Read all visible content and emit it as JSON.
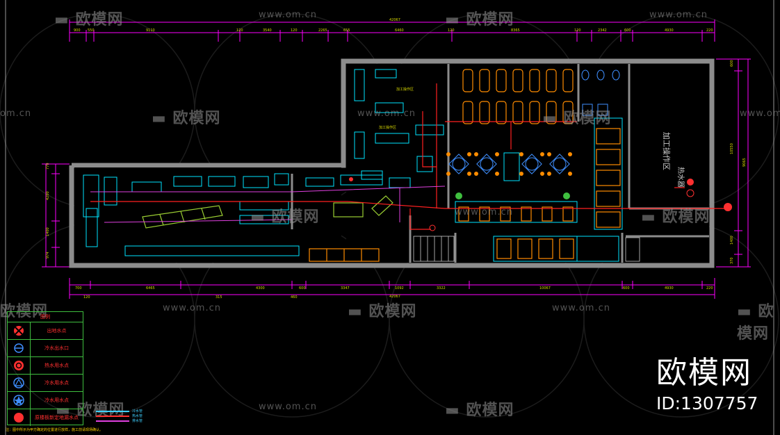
{
  "watermarks": {
    "logo_text": "欧模网",
    "url_text": "www.om.cn",
    "url_partial": "om.cn",
    "logo_partial": "欧模网"
  },
  "brand": {
    "name": "欧模网",
    "id": "ID:1307757"
  },
  "dimensions": {
    "top_total": "42067",
    "bottom_total": "42067",
    "right_total": "9065",
    "right_inner": "10550"
  },
  "room_label": "加工操作区",
  "equipment_label": "热水器",
  "small_labels": [
    "加工操作区",
    "加工操作区"
  ],
  "legend": {
    "title": "图例",
    "items": [
      {
        "icon": "drain-x-icon",
        "label": "出地水点"
      },
      {
        "icon": "cold-water-outlet-icon",
        "label": "冷水出水口"
      },
      {
        "icon": "hot-water-point-icon",
        "label": "热水用水点"
      },
      {
        "icon": "cold-water-triangle-icon",
        "label": "冷水用水点"
      },
      {
        "icon": "cold-water-star-icon",
        "label": "冷水用水点"
      },
      {
        "icon": "new-floor-drain-icon",
        "label": "原楼板新定地漏水点"
      }
    ]
  },
  "line_legend": [
    {
      "color": "#3fd0ff",
      "label": "冷水管"
    },
    {
      "color": "#ff3030",
      "label": "热水管"
    },
    {
      "color": "#e040e0",
      "label": "排水管"
    }
  ],
  "note": "注：图中所示为甲方确定的位置进行放样，施工前请现场确认。",
  "colors": {
    "wall": "#8c8c8c",
    "dimension": "#ff00ff",
    "equipment": "#00e5ff",
    "furniture": "#ff8c00",
    "pipe_hot": "#ff2020",
    "green": "#3fbf3f"
  }
}
